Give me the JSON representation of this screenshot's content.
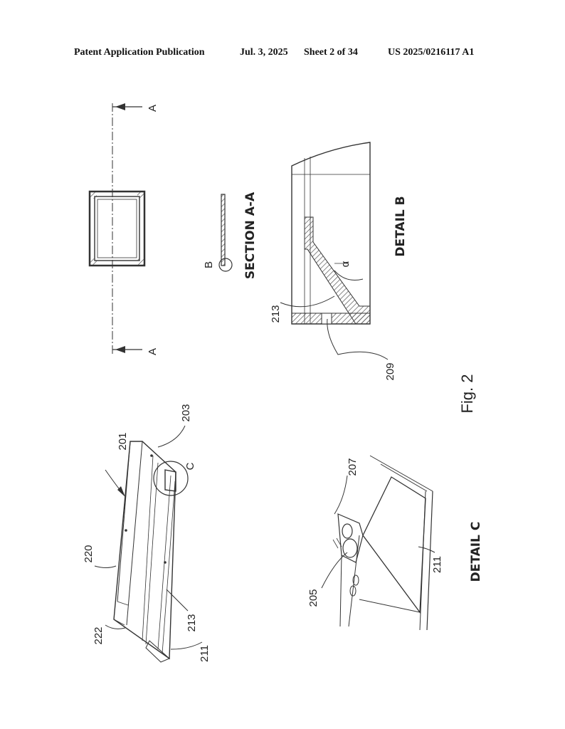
{
  "header": {
    "publication": "Patent Application Publication",
    "date": "Jul. 3, 2025",
    "sheet": "Sheet 2 of 34",
    "pub_number": "US 2025/0216117 A1"
  },
  "figure": {
    "label": "Fig. 2",
    "section_title": "SECTION A-A",
    "section_marker": "A",
    "detail_b_title": "DETAIL B",
    "detail_c_title": "DETAIL C",
    "detail_b_marker": "B",
    "detail_c_marker": "C",
    "angle_label": "α"
  },
  "reference_numerals": {
    "n201": "201",
    "n203": "203",
    "n205": "205",
    "n207": "207",
    "n209": "209",
    "n211": "211",
    "n213": "213",
    "n220": "220",
    "n222": "222"
  }
}
